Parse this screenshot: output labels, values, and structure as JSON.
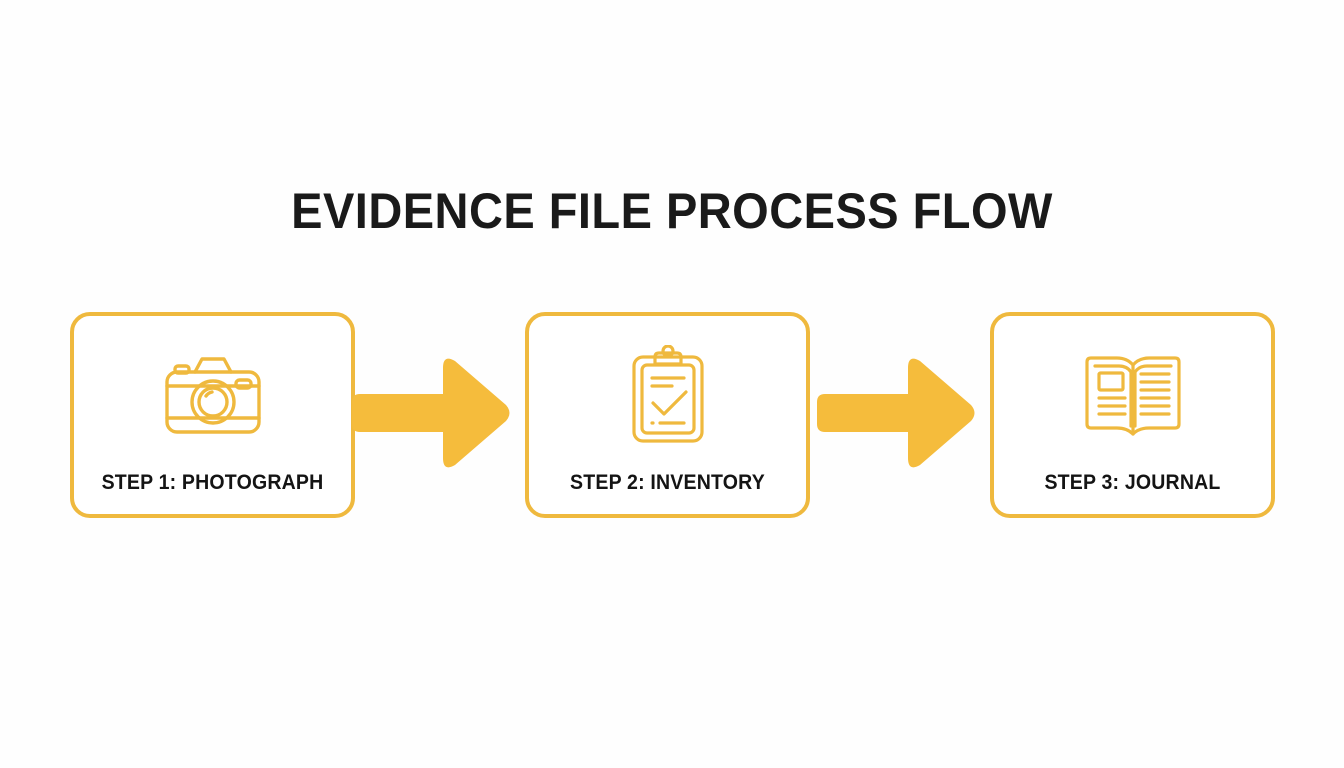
{
  "diagram": {
    "title": "EVIDENCE FILE PROCESS FLOW",
    "type": "horizontal-process-flow",
    "background_color": "#fefefe",
    "accent_color": "#EFB93E",
    "text_color": "#141414",
    "steps": [
      {
        "label": "STEP 1: PHOTOGRAPH",
        "icon": "camera-icon",
        "order": 1
      },
      {
        "label": "STEP 2: INVENTORY",
        "icon": "clipboard-check-icon",
        "order": 2
      },
      {
        "label": "STEP 3: JOURNAL",
        "icon": "open-book-icon",
        "order": 3
      }
    ],
    "connectors": [
      {
        "icon": "arrow-right-icon",
        "from": 1,
        "to": 2
      },
      {
        "icon": "arrow-right-icon",
        "from": 2,
        "to": 3
      }
    ]
  }
}
